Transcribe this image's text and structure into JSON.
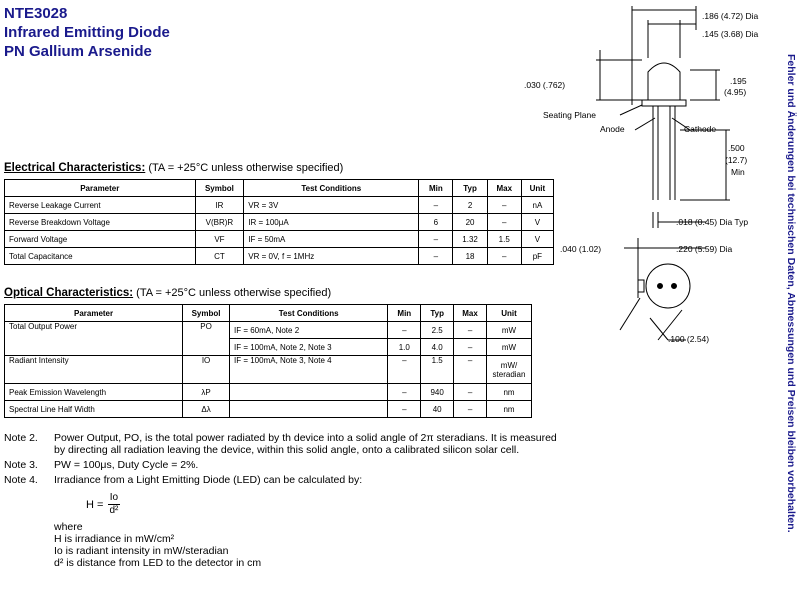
{
  "title": {
    "part": "NTE3028",
    "line1": "Infrared Emitting Diode",
    "line2": "PN Gallium Arsenide"
  },
  "electrical": {
    "heading": "Electrical Characteristics:",
    "condition": "(TA = +25°C unless otherwise specified)",
    "headers": [
      "Parameter",
      "Symbol",
      "Test Conditions",
      "Min",
      "Typ",
      "Max",
      "Unit"
    ],
    "rows": [
      [
        "Reverse Leakage Current",
        "IR",
        "VR = 3V",
        "–",
        "2",
        "–",
        "nA"
      ],
      [
        "Reverse Breakdown Voltage",
        "V(BR)R",
        "IR = 100μA",
        "6",
        "20",
        "–",
        "V"
      ],
      [
        "Forward Voltage",
        "VF",
        "IF = 50mA",
        "–",
        "1.32",
        "1.5",
        "V"
      ],
      [
        "Total Capacitance",
        "CT",
        "VR = 0V, f = 1MHz",
        "–",
        "18",
        "–",
        "pF"
      ]
    ]
  },
  "optical": {
    "heading": "Optical Characteristics:",
    "condition": "(TA = +25°C unless otherwise specified)",
    "headers": [
      "Parameter",
      "Symbol",
      "Test Conditions",
      "Min",
      "Typ",
      "Max",
      "Unit"
    ],
    "rows": [
      [
        "Total Output Power",
        "PO",
        "IF = 60mA, Note 2",
        "–",
        "2.5",
        "–",
        "mW"
      ],
      [
        "",
        "",
        "IF = 100mA, Note 2, Note 3",
        "1.0",
        "4.0",
        "–",
        "mW"
      ],
      [
        "Radiant Intensity",
        "IO",
        "IF = 100mA, Note 3, Note 4",
        "–",
        "1.5",
        "–",
        "mW/ steradian"
      ],
      [
        "Peak Emission Wavelength",
        "λP",
        "",
        "–",
        "940",
        "–",
        "nm"
      ],
      [
        "Spectral Line Half Width",
        "Δλ",
        "",
        "–",
        "40",
        "–",
        "nm"
      ]
    ]
  },
  "notes": {
    "note2_label": "Note 2.",
    "note2_text": "Power Output, PO, is the total power radiated by th device into a solid angle of 2π steradians. It is measured by directing all radiation leaving the device, within this solid angle, onto a calibrated silicon solar cell.",
    "note3_label": "Note 3.",
    "note3_text": "PW = 100μs, Duty Cycle = 2%.",
    "note4_label": "Note 4.",
    "note4_text": "Irradiance from a Light Emitting Diode (LED) can be calculated by:",
    "formula_lhs": "H =",
    "formula_num": "Io",
    "formula_den": "d²",
    "where": "where",
    "w1": "H is irradiance in mW/cm²",
    "w2": "Io is radiant intensity in mW/steradian",
    "w3": "d² is distance from LED to the detector in cm"
  },
  "diagram": {
    "d1": ".186 (4.72) Dia",
    "d2": ".145 (3.68) Dia",
    "d3": ".030 (.762)",
    "d4": ".195",
    "d4b": "(4.95)",
    "seating": "Seating Plane",
    "anode": "Anode",
    "cathode": "Cathode",
    "d5": ".500",
    "d5b": "(12.7)",
    "d5c": "Min",
    "d6": ".018 (0.45) Dia Typ",
    "d7": ".040 (1.02)",
    "d8": ".220 (5.59) Dia",
    "d9": ".100 (2.54)"
  },
  "sidebar_text": "Fehler und Änderungen bei technischen Daten, Abmessungen und Preisen bleiben vorbehalten."
}
